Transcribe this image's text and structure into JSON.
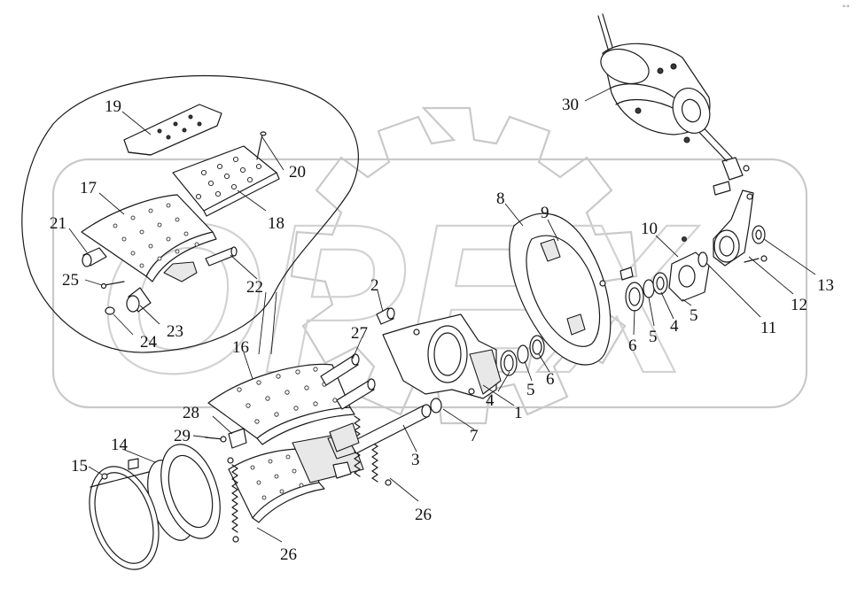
{
  "diagram": {
    "watermark_text": "OPEX",
    "corner_mark": "°°",
    "labels": [
      {
        "id": "1",
        "text": "1"
      },
      {
        "id": "2",
        "text": "2"
      },
      {
        "id": "3",
        "text": "3"
      },
      {
        "id": "4a",
        "text": "4"
      },
      {
        "id": "4b",
        "text": "4"
      },
      {
        "id": "5a",
        "text": "5"
      },
      {
        "id": "5b",
        "text": "5"
      },
      {
        "id": "5c",
        "text": "5"
      },
      {
        "id": "6a",
        "text": "6"
      },
      {
        "id": "6b",
        "text": "6"
      },
      {
        "id": "7",
        "text": "7"
      },
      {
        "id": "8",
        "text": "8"
      },
      {
        "id": "9",
        "text": "9"
      },
      {
        "id": "10",
        "text": "10"
      },
      {
        "id": "11",
        "text": "11"
      },
      {
        "id": "12",
        "text": "12"
      },
      {
        "id": "13",
        "text": "13"
      },
      {
        "id": "14",
        "text": "14"
      },
      {
        "id": "15",
        "text": "15"
      },
      {
        "id": "16",
        "text": "16"
      },
      {
        "id": "17",
        "text": "17"
      },
      {
        "id": "18",
        "text": "18"
      },
      {
        "id": "19",
        "text": "19"
      },
      {
        "id": "20",
        "text": "20"
      },
      {
        "id": "21",
        "text": "21"
      },
      {
        "id": "22",
        "text": "22"
      },
      {
        "id": "23",
        "text": "23"
      },
      {
        "id": "24",
        "text": "24"
      },
      {
        "id": "25",
        "text": "25"
      },
      {
        "id": "26a",
        "text": "26"
      },
      {
        "id": "26b",
        "text": "26"
      },
      {
        "id": "27",
        "text": "27"
      },
      {
        "id": "28",
        "text": "28"
      },
      {
        "id": "29",
        "text": "29"
      },
      {
        "id": "30",
        "text": "30"
      }
    ]
  }
}
